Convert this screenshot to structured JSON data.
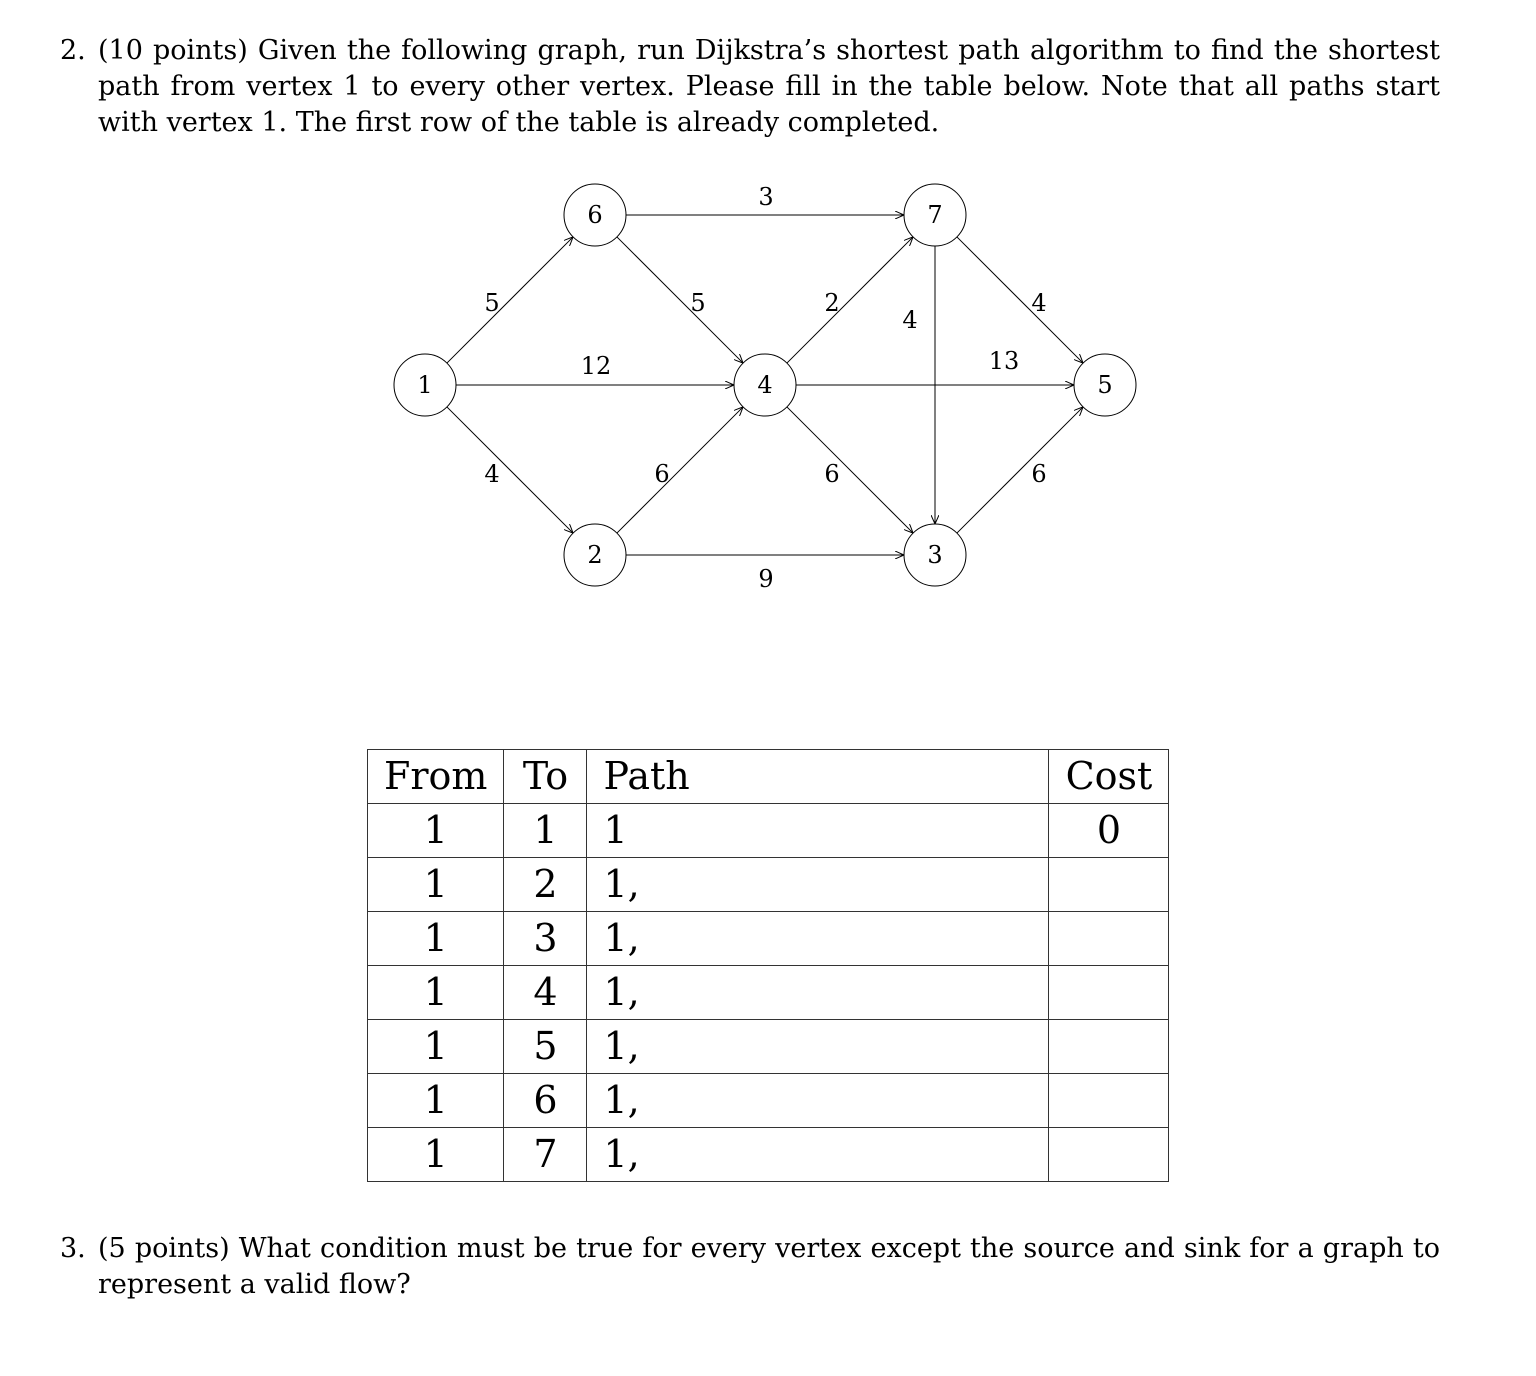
{
  "q2": {
    "number": "2.",
    "text": "(10 points) Given the following graph, run Dijkstra’s shortest path algorithm to find the shortest path from vertex 1 to every other vertex. Please fill in the table below. Note that all paths start with vertex 1. The first row of the table is already completed."
  },
  "graph": {
    "nodes": [
      {
        "id": "1",
        "label": "1"
      },
      {
        "id": "2",
        "label": "2"
      },
      {
        "id": "3",
        "label": "3"
      },
      {
        "id": "4",
        "label": "4"
      },
      {
        "id": "5",
        "label": "5"
      },
      {
        "id": "6",
        "label": "6"
      },
      {
        "id": "7",
        "label": "7"
      }
    ],
    "edges": [
      {
        "from": "1",
        "to": "6",
        "weight": "5"
      },
      {
        "from": "1",
        "to": "4",
        "weight": "12"
      },
      {
        "from": "1",
        "to": "2",
        "weight": "4"
      },
      {
        "from": "6",
        "to": "7",
        "weight": "3"
      },
      {
        "from": "6",
        "to": "4",
        "weight": "5"
      },
      {
        "from": "2",
        "to": "4",
        "weight": "6"
      },
      {
        "from": "2",
        "to": "3",
        "weight": "9"
      },
      {
        "from": "4",
        "to": "7",
        "weight": "2"
      },
      {
        "from": "4",
        "to": "5",
        "weight": "13"
      },
      {
        "from": "4",
        "to": "3",
        "weight": "6"
      },
      {
        "from": "7",
        "to": "3",
        "weight": "4"
      },
      {
        "from": "7",
        "to": "5",
        "weight": "4"
      },
      {
        "from": "3",
        "to": "5",
        "weight": "6"
      }
    ]
  },
  "table": {
    "headers": {
      "from": "From",
      "to": "To",
      "path": "Path",
      "cost": "Cost"
    },
    "rows": [
      {
        "from": "1",
        "to": "1",
        "path": "1",
        "cost": "0"
      },
      {
        "from": "1",
        "to": "2",
        "path": "1,",
        "cost": ""
      },
      {
        "from": "1",
        "to": "3",
        "path": "1,",
        "cost": ""
      },
      {
        "from": "1",
        "to": "4",
        "path": "1,",
        "cost": ""
      },
      {
        "from": "1",
        "to": "5",
        "path": "1,",
        "cost": ""
      },
      {
        "from": "1",
        "to": "6",
        "path": "1,",
        "cost": ""
      },
      {
        "from": "1",
        "to": "7",
        "path": "1,",
        "cost": ""
      }
    ]
  },
  "q3": {
    "number": "3.",
    "text": "(5 points) What condition must be true for every vertex except the source and sink for a graph to represent a valid flow?"
  }
}
